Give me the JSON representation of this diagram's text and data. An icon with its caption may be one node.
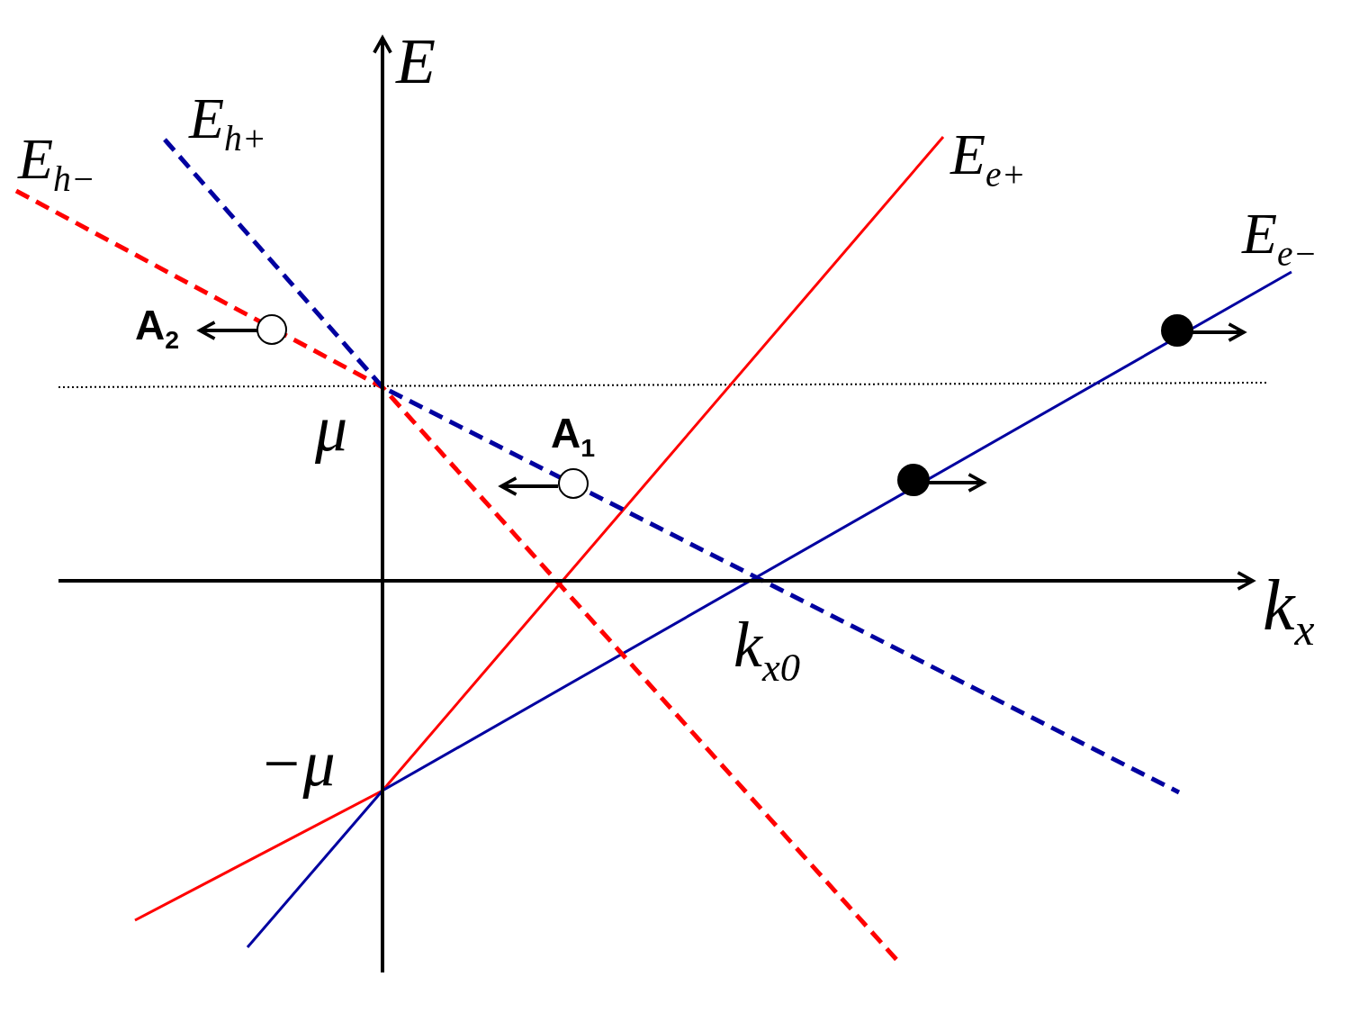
{
  "diagram": {
    "labels": [
      "E",
      "E$_{h+}$",
      "E$_{h−}$",
      "E$_{e+}$",
      "E$_{e−}$",
      "A$_{2}$",
      "μ",
      "A$_{1}$",
      "k$_{x}$",
      "−μ",
      "k$_{x0}$"
    ]
  }
}
